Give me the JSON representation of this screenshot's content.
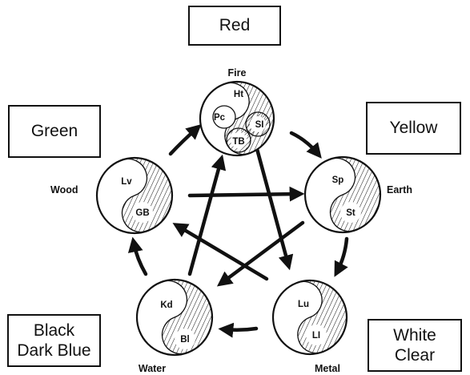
{
  "color_boxes": {
    "fire": [
      "Red"
    ],
    "earth": [
      "Yellow"
    ],
    "metal": [
      "White",
      "Clear"
    ],
    "water": [
      "Black",
      "Dark Blue"
    ],
    "wood": [
      "Green"
    ]
  },
  "elements": {
    "fire": {
      "name": "Fire",
      "organs": [
        "Ht",
        "Pc",
        "SI",
        "TB"
      ]
    },
    "earth": {
      "name": "Earth",
      "organs": [
        "Sp",
        "St"
      ]
    },
    "metal": {
      "name": "Metal",
      "organs": [
        "Lu",
        "LI"
      ]
    },
    "water": {
      "name": "Water",
      "organs": [
        "Kd",
        "Bl"
      ]
    },
    "wood": {
      "name": "Wood",
      "organs": [
        "Lv",
        "GB"
      ]
    }
  }
}
